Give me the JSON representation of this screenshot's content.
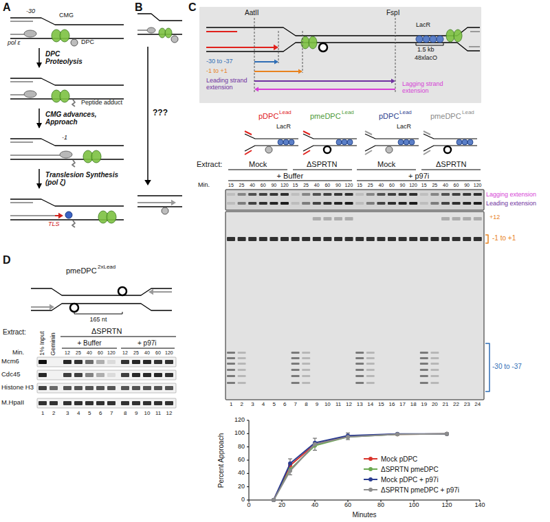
{
  "diagram": {
    "nodes": [
      {
        "text": [
          "-30",
          "pol ε",
          "CMG",
          "DPC"
        ]
      },
      {
        "text": [
          "Peptide adduct"
        ]
      },
      {
        "text": [
          "-1"
        ]
      },
      {
        "text": [
          "TLS"
        ]
      },
      {
        "text": [
          "AatII",
          "FspI",
          "LacR",
          "1.5 kb",
          "48xlacO",
          "-30 to -37",
          "-1 to +1",
          "Leading strand extension",
          "Lagging strand extension"
        ]
      }
    ],
    "edges": [
      {
        "from": 0,
        "to": 1,
        "arrow": "to",
        "label": "DPC Proteolysis"
      },
      {
        "from": 1,
        "to": 2,
        "arrow": "to",
        "label": "CMG advances, Approach"
      },
      {
        "from": 2,
        "to": 3,
        "arrow": "to",
        "label": "Translesion Synthesis (pol ζ)"
      }
    ],
    "labels": [
      "A",
      "B",
      "C",
      "D",
      "???",
      "pDPC",
      "Lead",
      "pmeDPC",
      "Lead",
      "pDPC",
      "Lead",
      "pmeDPC",
      "Lead",
      "LacR",
      "LacR",
      "Extract:",
      "Mock",
      "ΔSPRTN",
      "Mock",
      "ΔSPRTN",
      "+ Buffer",
      "+ p97i",
      "Min.",
      "15",
      "25",
      "40",
      "60",
      "90",
      "120",
      "15",
      "25",
      "40",
      "60",
      "90",
      "120",
      "15",
      "25",
      "40",
      "60",
      "90",
      "120",
      "15",
      "25",
      "40",
      "60",
      "90",
      "120",
      "Lagging extension",
      "Leading extension",
      "+12",
      "-1 to +1",
      "-30 to -37",
      "1",
      "2",
      "3",
      "4",
      "5",
      "6",
      "7",
      "8",
      "9",
      "10",
      "11",
      "12",
      "13",
      "14",
      "15",
      "16",
      "17",
      "18",
      "19",
      "20",
      "21",
      "22",
      "23",
      "24",
      "Percent Approach",
      "120",
      "100",
      "80",
      "60",
      "40",
      "20",
      "0",
      "0",
      "20",
      "40",
      "60",
      "80",
      "100",
      "120",
      "140",
      "Minutes",
      "pmeDPC",
      "2xLead",
      "165 nt",
      "Extract:",
      "ΔSPRTN",
      "1% Input",
      "Geminin",
      "+ Buffer",
      "+ p97i",
      "Min.",
      "12",
      "25",
      "40",
      "60",
      "120",
      "12",
      "25",
      "40",
      "60",
      "120",
      "Mcm6",
      "Cdc45",
      "Histone H3",
      "M.HpaII",
      "1",
      "2",
      "3",
      "4",
      "5",
      "6",
      "7",
      "8",
      "9",
      "10",
      "11",
      "12"
    ],
    "legend": [
      {
        "text": "Mock pDPC",
        "color": "#d9342b"
      },
      {
        "text": "ΔSPRTN pmeDPC",
        "color": "#6aa84f"
      },
      {
        "text": "Mock pDPC + p97i",
        "color": "#2b3d91"
      },
      {
        "text": "ΔSPRTN pmeDPC + p97i",
        "color": "#8c8c8c"
      }
    ]
  }
}
